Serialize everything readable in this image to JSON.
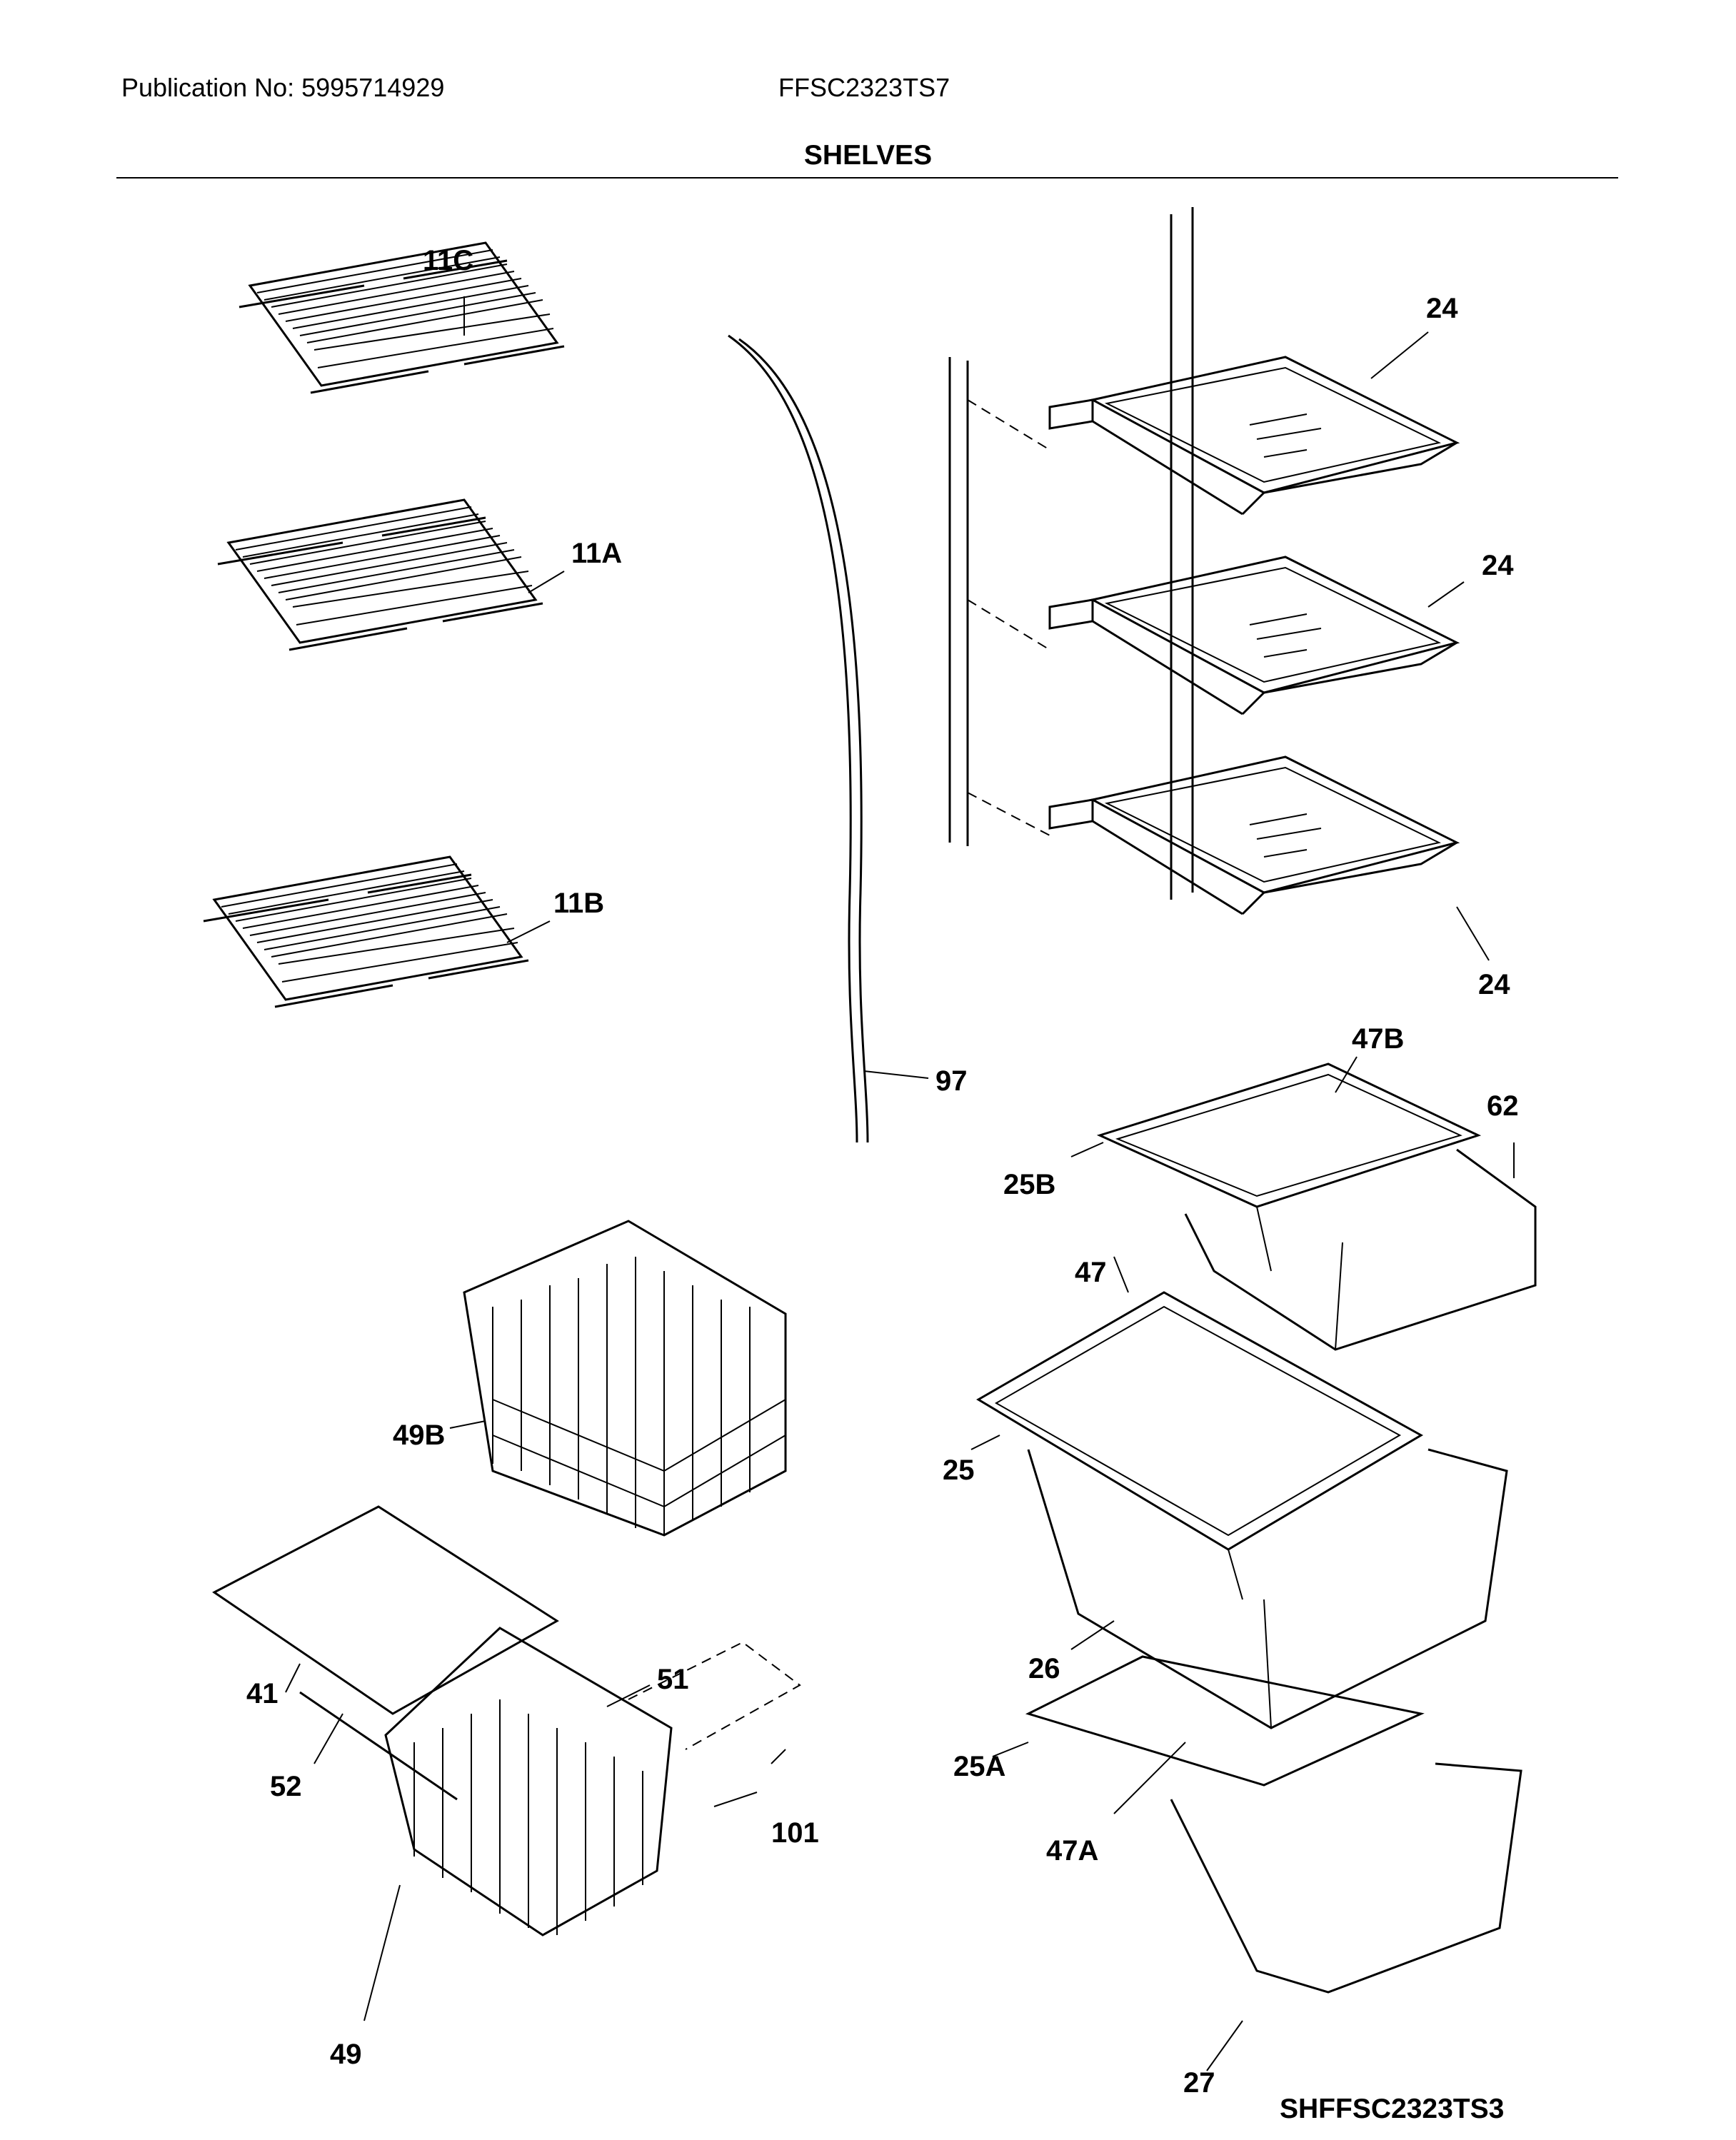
{
  "header": {
    "publication": "Publication No: 5995714929",
    "model": "FFSC2323TS7",
    "section_title": "SHELVES"
  },
  "diagram_code": "SHFFSC2323TS3",
  "callouts": {
    "c11C": "11C",
    "c11A": "11A",
    "c11B": "11B",
    "c97": "97",
    "c24a": "24",
    "c24b": "24",
    "c24c": "24",
    "c47B": "47B",
    "c62": "62",
    "c25B": "25B",
    "c47": "47",
    "c49B": "49B",
    "c25": "25",
    "c26": "26",
    "c51": "51",
    "c41": "41",
    "c52": "52",
    "c25A": "25A",
    "c101": "101",
    "c47A": "47A",
    "c49": "49",
    "c27": "27"
  }
}
